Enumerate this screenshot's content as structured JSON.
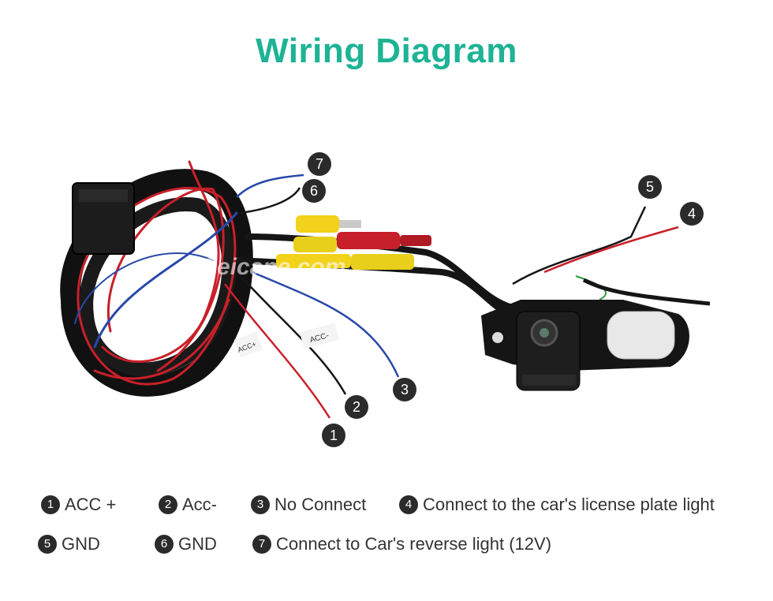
{
  "title": "Wiring Diagram",
  "watermark": "Seicane.com",
  "wire_tags": {
    "acc_plus": "ACC+",
    "acc_minus": "ACC-"
  },
  "markers": [
    {
      "number": "1"
    },
    {
      "number": "2"
    },
    {
      "number": "3"
    },
    {
      "number": "4"
    },
    {
      "number": "5"
    },
    {
      "number": "6"
    },
    {
      "number": "7"
    }
  ],
  "legend": [
    {
      "number": "1",
      "label": "ACC +"
    },
    {
      "number": "2",
      "label": "Acc-"
    },
    {
      "number": "3",
      "label": "No Connect"
    },
    {
      "number": "4",
      "label": "Connect to the car's license plate light"
    },
    {
      "number": "5",
      "label": "GND"
    },
    {
      "number": "6",
      "label": "GND"
    },
    {
      "number": "7",
      "label": "Connect to Car's reverse light (12V)"
    }
  ],
  "colors": {
    "title": "#1db394",
    "wire_red": "#c8202a",
    "wire_black": "#151515",
    "wire_blue": "#2848a8",
    "rca_yellow": "#f2d21a",
    "marker_bg": "#2b2b2b"
  }
}
